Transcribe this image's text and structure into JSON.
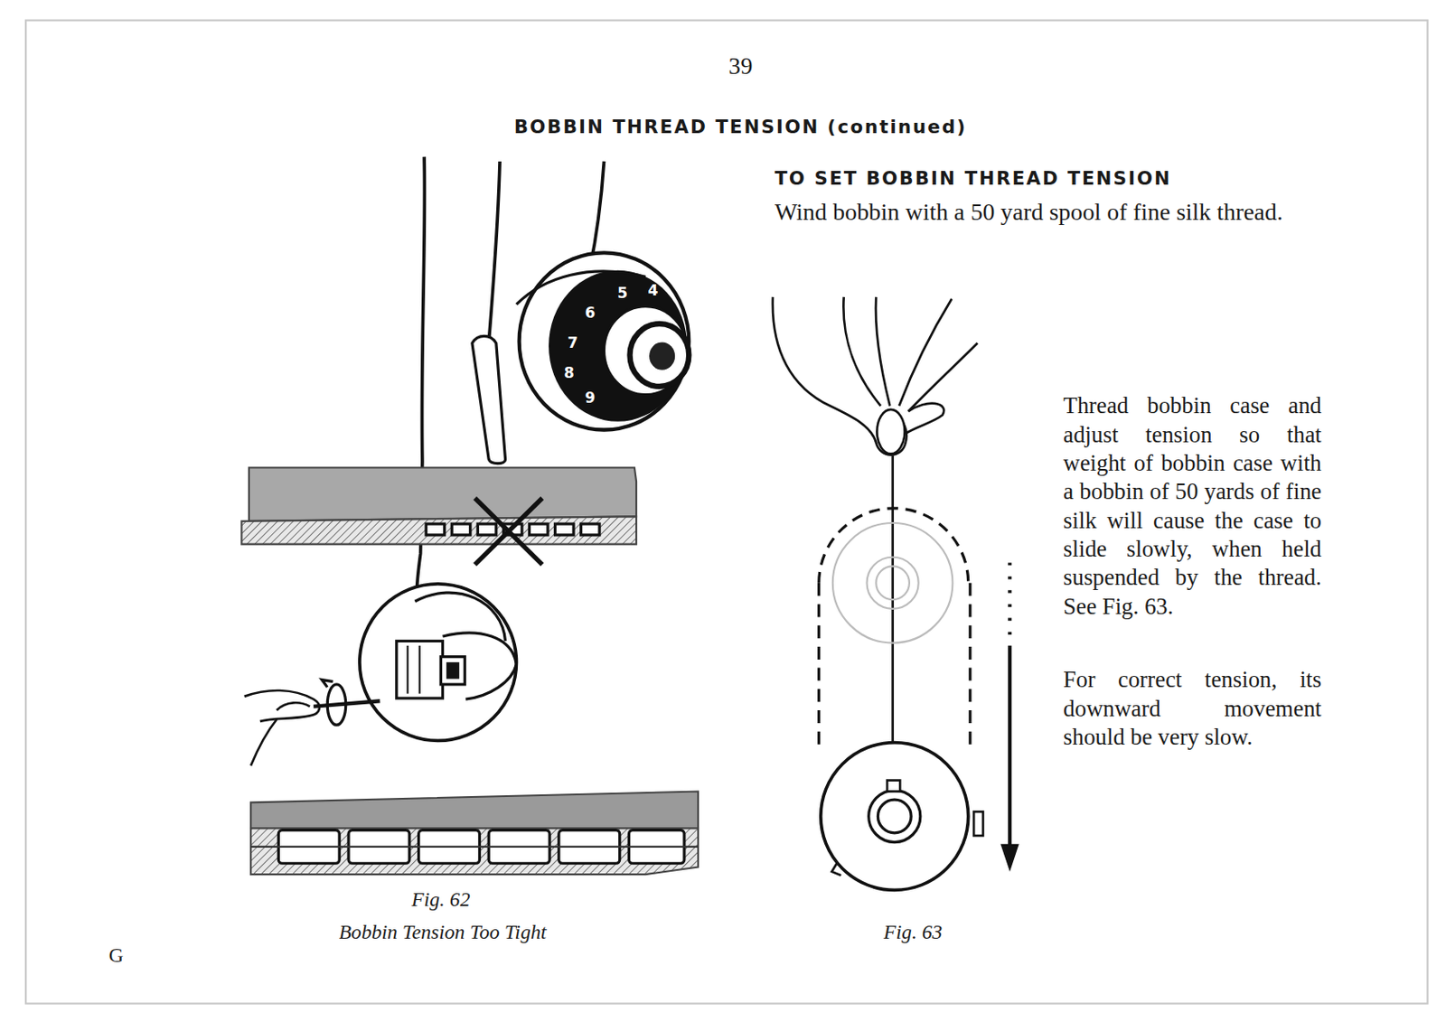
{
  "diagram": {
    "title": "BOBBIN THREAD TENSION (continued)",
    "labels": [
      "39",
      "TO SET BOBBIN THREAD TENSION",
      "Wind bobbin with a 50 yard spool of fine silk thread.",
      "6",
      "5",
      "4",
      "7",
      "8",
      "9",
      "Thread bobbin case and adjust tension so that weight of bobbin case with a bobbin of 50 yards of fine silk will cause the case to slide slowly, when held suspended by the thread. See Fig. 63.",
      "For correct tension, its downward movement should be very slow.",
      "Fig. 62",
      "Bobbin Tension Too Tight",
      "Fig. 63",
      "G"
    ]
  }
}
